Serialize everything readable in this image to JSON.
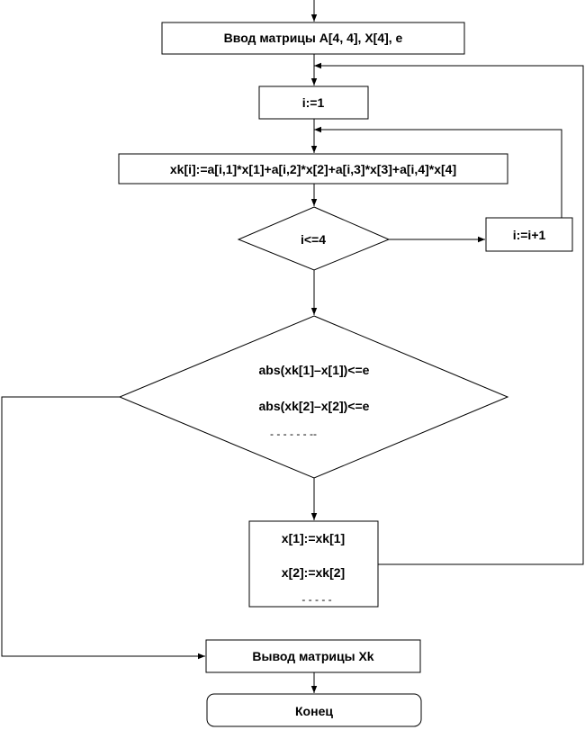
{
  "blocks": {
    "input": "Ввод матрицы A[4, 4], X[4], e",
    "init_i": "i:=1",
    "compute": "xk[i]:=a[i,1]*x[1]+a[i,2]*x[2]+a[i,3]*x[3]+a[i,4]*x[4]",
    "loop_condition": "i<=4",
    "increment": "i:=i+1",
    "convergence_line1": "abs(xk[1]–x[1])<=e",
    "convergence_line2": "abs(xk[2]–x[2])<=e",
    "convergence_more": "-   -  - -  -     -  --",
    "assign_line1": "x[1]:=xk[1]",
    "assign_line2": "x[2]:=xk[2]",
    "assign_more": "-  -       -  -  -",
    "output": "Вывод матрицы Xk",
    "end": "Конец"
  }
}
